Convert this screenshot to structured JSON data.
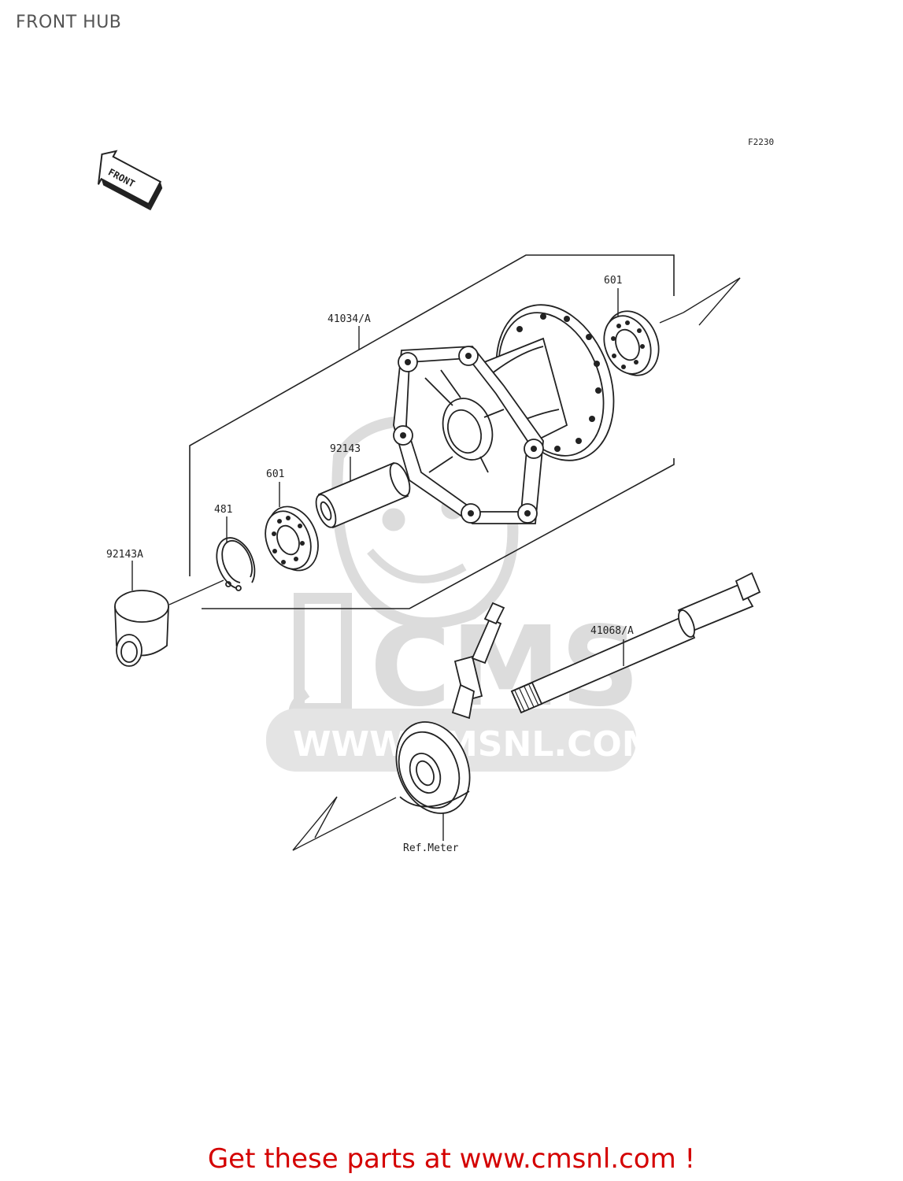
{
  "page": {
    "title": "FRONT HUB",
    "figure_code": "F2230",
    "front_arrow_label": "FRONT"
  },
  "parts": [
    {
      "id": "41034-a",
      "label": "41034/A"
    },
    {
      "id": "601-right",
      "label": "601"
    },
    {
      "id": "92143",
      "label": "92143"
    },
    {
      "id": "601-left",
      "label": "601"
    },
    {
      "id": "481",
      "label": "481"
    },
    {
      "id": "92143a",
      "label": "92143A"
    },
    {
      "id": "41068-a",
      "label": "41068/A"
    },
    {
      "id": "ref-meter",
      "label": "Ref.Meter"
    }
  ],
  "watermark": {
    "logo_text": "CMS",
    "url_text": "WWW.CMSNL.COM"
  },
  "footer": {
    "text": "Get these parts at www.cmsnl.com !",
    "color": "#d40000"
  },
  "colors": {
    "line": "#222222",
    "watermark": "#dcdcdc",
    "title": "#555555"
  }
}
